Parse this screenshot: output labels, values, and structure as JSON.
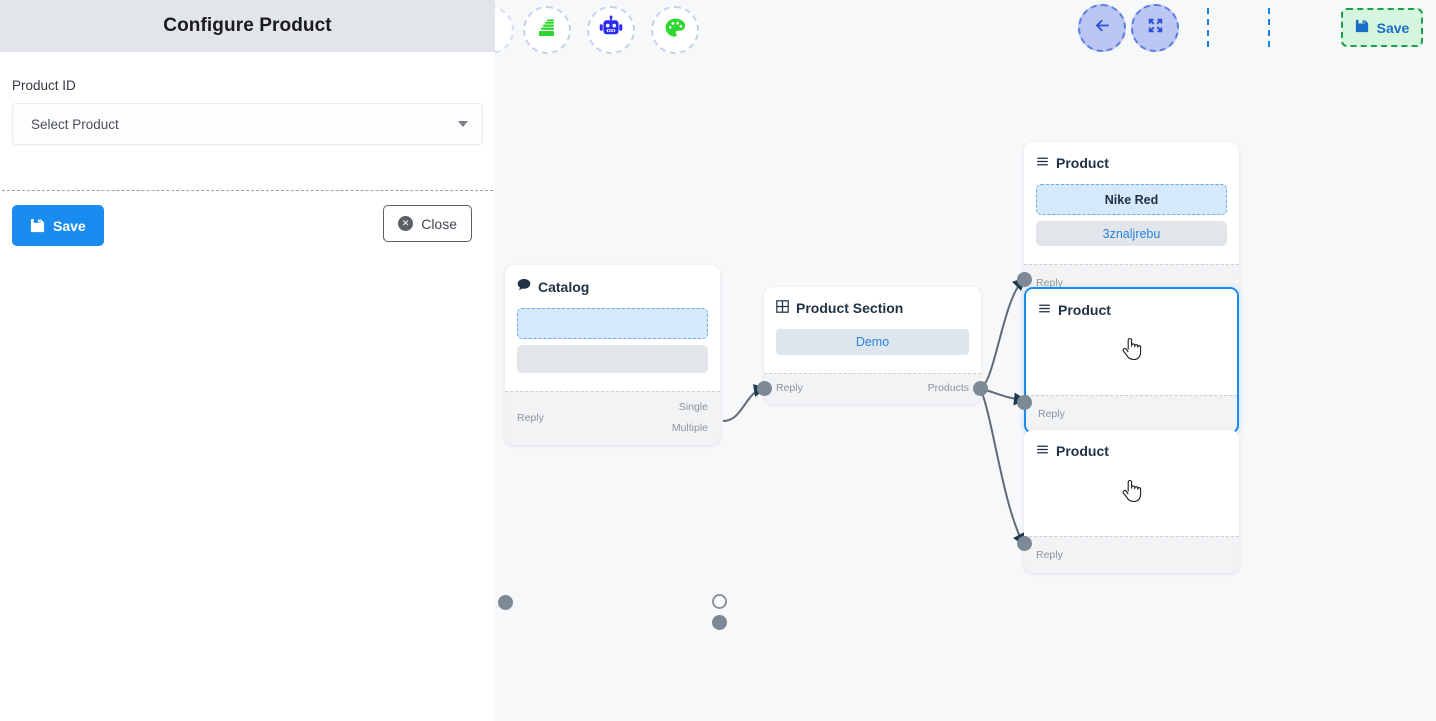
{
  "panel": {
    "title": "Configure Product",
    "field_label": "Product ID",
    "select": {
      "placeholder": "Select Product",
      "value": "",
      "caret_icon": "chevron-down-icon"
    },
    "save_label": "Save",
    "close_label": "Close",
    "save_icon": "floppy-disk-icon",
    "close_icon": "x-circle-icon"
  },
  "toolbar_left": {
    "items": [
      {
        "icon": "layers-stack-icon",
        "color": "#2fd62f",
        "label": ""
      },
      {
        "icon": "robot-icon",
        "color": "#2a2aee",
        "label": ""
      },
      {
        "icon": "palette-icon",
        "color": "#2fd62f",
        "label": ""
      }
    ]
  },
  "toolbar_right": {
    "back_icon": "arrow-left-icon",
    "compress_icon": "compress-arrows-icon",
    "empty_slot_label": "",
    "save_label": "Save",
    "save_icon": "floppy-disk-icon"
  },
  "colors": {
    "accent_blue": "#1a8cf0",
    "save_green_bg": "#d5f5de",
    "save_green_border": "#1f9d4f",
    "lavender": "#bcc6f2",
    "canvas_bg": "#f7f8fa",
    "node_footer_bg": "#f1f3f5",
    "edge_stroke": "#5f6b78"
  },
  "nodes": [
    {
      "id": "catalog",
      "title": "Catalog",
      "icon": "chat-bubble-icon",
      "blocks": [
        {
          "style": "dashed-blue",
          "text": ""
        },
        {
          "style": "gray",
          "text": ""
        }
      ],
      "ports_in": [
        {
          "label": "Reply",
          "style": "filled"
        }
      ],
      "ports_out": [
        {
          "label": "Single",
          "style": "hollow"
        },
        {
          "label": "Multiple",
          "style": "filled"
        }
      ]
    },
    {
      "id": "product-section",
      "title": "Product Section",
      "icon": "grid-table-icon",
      "blocks": [
        {
          "style": "demo",
          "text": "Demo"
        }
      ],
      "ports_in": [
        {
          "label": "Reply",
          "style": "filled"
        }
      ],
      "ports_out": [
        {
          "label": "Products",
          "style": "filled"
        }
      ]
    },
    {
      "id": "product-1",
      "title": "Product",
      "icon": "hamburger-menu-icon",
      "blocks": [
        {
          "style": "dashed-blue",
          "text": "Nike Red"
        },
        {
          "style": "gray",
          "text": "3znaljrebu"
        }
      ],
      "ports_in": [
        {
          "label": "Reply",
          "style": "filled"
        }
      ],
      "ports_out": [],
      "selected": false
    },
    {
      "id": "product-2",
      "title": "Product",
      "icon": "hamburger-menu-icon",
      "blocks": [],
      "ports_in": [
        {
          "label": "Reply",
          "style": "filled"
        }
      ],
      "ports_out": [],
      "selected": true,
      "cursor": "pointing-hand"
    },
    {
      "id": "product-3",
      "title": "Product",
      "icon": "hamburger-menu-icon",
      "blocks": [],
      "ports_in": [
        {
          "label": "Reply",
          "style": "filled"
        }
      ],
      "ports_out": [],
      "selected": false,
      "cursor": "pointing-hand"
    }
  ]
}
